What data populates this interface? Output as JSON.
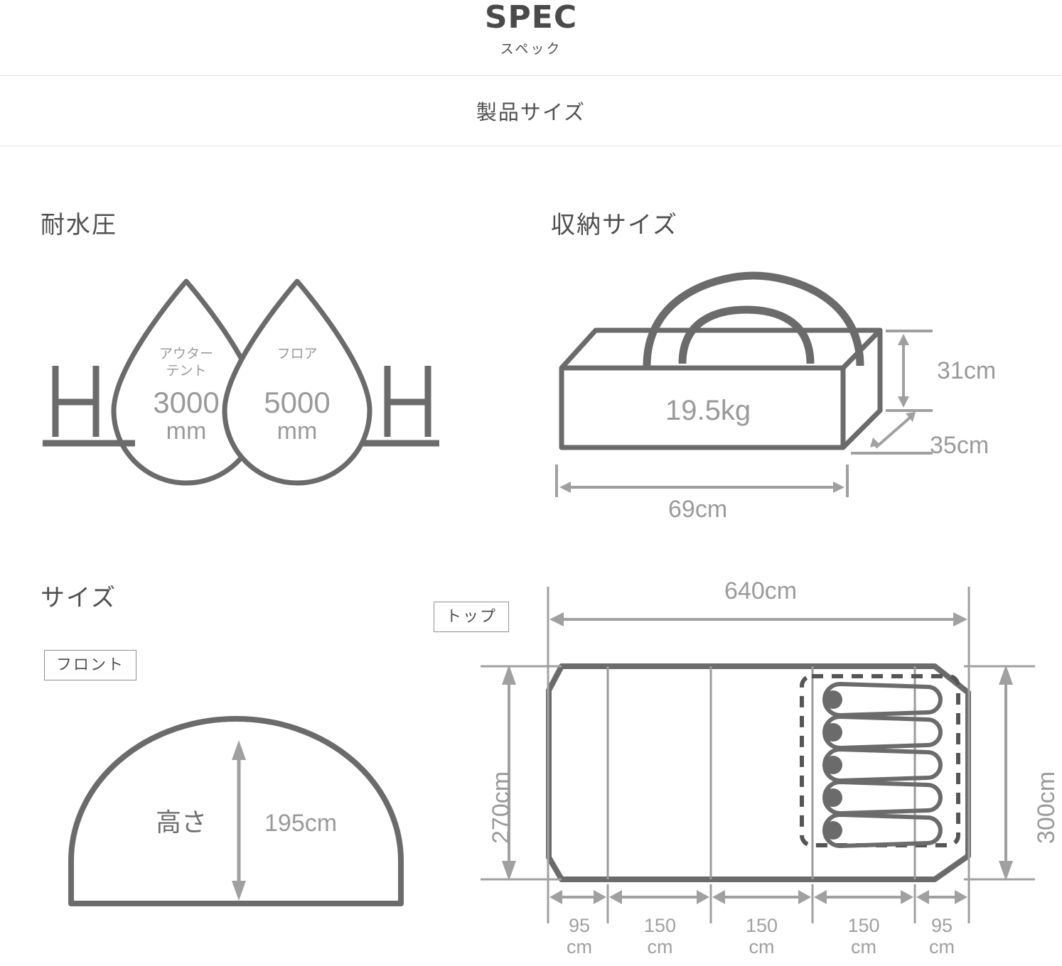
{
  "header": {
    "title": "SPEC",
    "subtitle": "スペック",
    "section_label": "製品サイズ"
  },
  "water_resistance": {
    "title": "耐水圧",
    "icon_left": "H",
    "icon_right": "H",
    "drops": [
      {
        "label_line1": "アウター",
        "label_line2": "テント",
        "value": "3000",
        "unit": "mm"
      },
      {
        "label_line1": "フロア",
        "label_line2": "",
        "value": "5000",
        "unit": "mm"
      }
    ]
  },
  "storage_size": {
    "title": "収納サイズ",
    "weight": "19.5kg",
    "height": "31cm",
    "depth": "35cm",
    "width": "69cm"
  },
  "size": {
    "title": "サイズ",
    "front": {
      "badge": "フロント",
      "height_label": "高さ",
      "height_value": "195cm"
    },
    "top": {
      "badge": "トップ",
      "overall_width": "640cm",
      "inner_depth": "270cm",
      "overall_depth": "300cm",
      "segments": [
        {
          "value": "95",
          "unit": "cm"
        },
        {
          "value": "150",
          "unit": "cm"
        },
        {
          "value": "150",
          "unit": "cm"
        },
        {
          "value": "150",
          "unit": "cm"
        },
        {
          "value": "95",
          "unit": "cm"
        }
      ],
      "sleeping_spots": 5
    }
  },
  "colors": {
    "outline": "#6b6b6b",
    "dimension": "#a0a0a0",
    "text_dark": "#4f4f4f",
    "rule": "#e2e2e2"
  }
}
